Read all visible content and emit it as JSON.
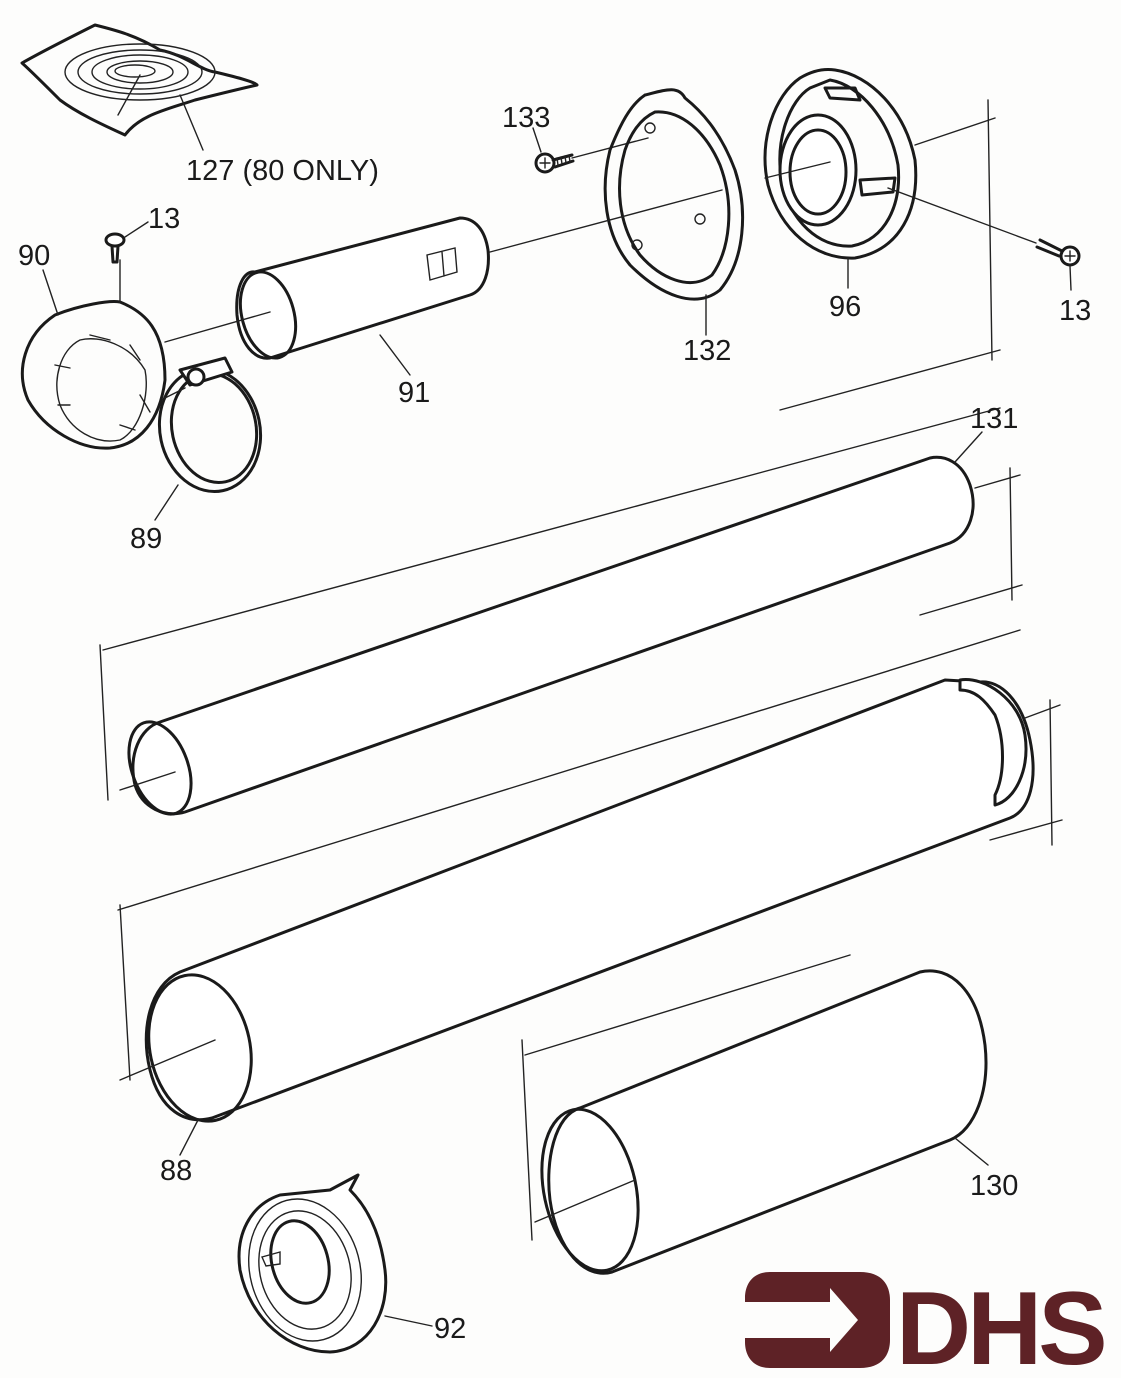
{
  "diagram": {
    "title": "Exploded parts view - flue pipe assembly",
    "parts": [
      {
        "id": "127",
        "label": "127 (80 ONLY)",
        "name": "roof flashing"
      },
      {
        "id": "133",
        "label": "133",
        "name": "screw"
      },
      {
        "id": "13a",
        "label": "13",
        "name": "screw (terminal)"
      },
      {
        "id": "90",
        "label": "90",
        "name": "terminal cap"
      },
      {
        "id": "91",
        "label": "91",
        "name": "inner pipe short"
      },
      {
        "id": "132",
        "label": "132",
        "name": "gasket"
      },
      {
        "id": "96",
        "label": "96",
        "name": "wall plate"
      },
      {
        "id": "13b",
        "label": "13",
        "name": "screw (wall plate)"
      },
      {
        "id": "89",
        "label": "89",
        "name": "hose clip"
      },
      {
        "id": "131",
        "label": "131",
        "name": "inner flue pipe"
      },
      {
        "id": "88",
        "label": "88",
        "name": "outer flue pipe"
      },
      {
        "id": "92",
        "label": "92",
        "name": "sealing collar"
      },
      {
        "id": "130",
        "label": "130",
        "name": "extension pipe"
      }
    ]
  },
  "logo": {
    "text": "DHS",
    "color": "#5e2226"
  }
}
